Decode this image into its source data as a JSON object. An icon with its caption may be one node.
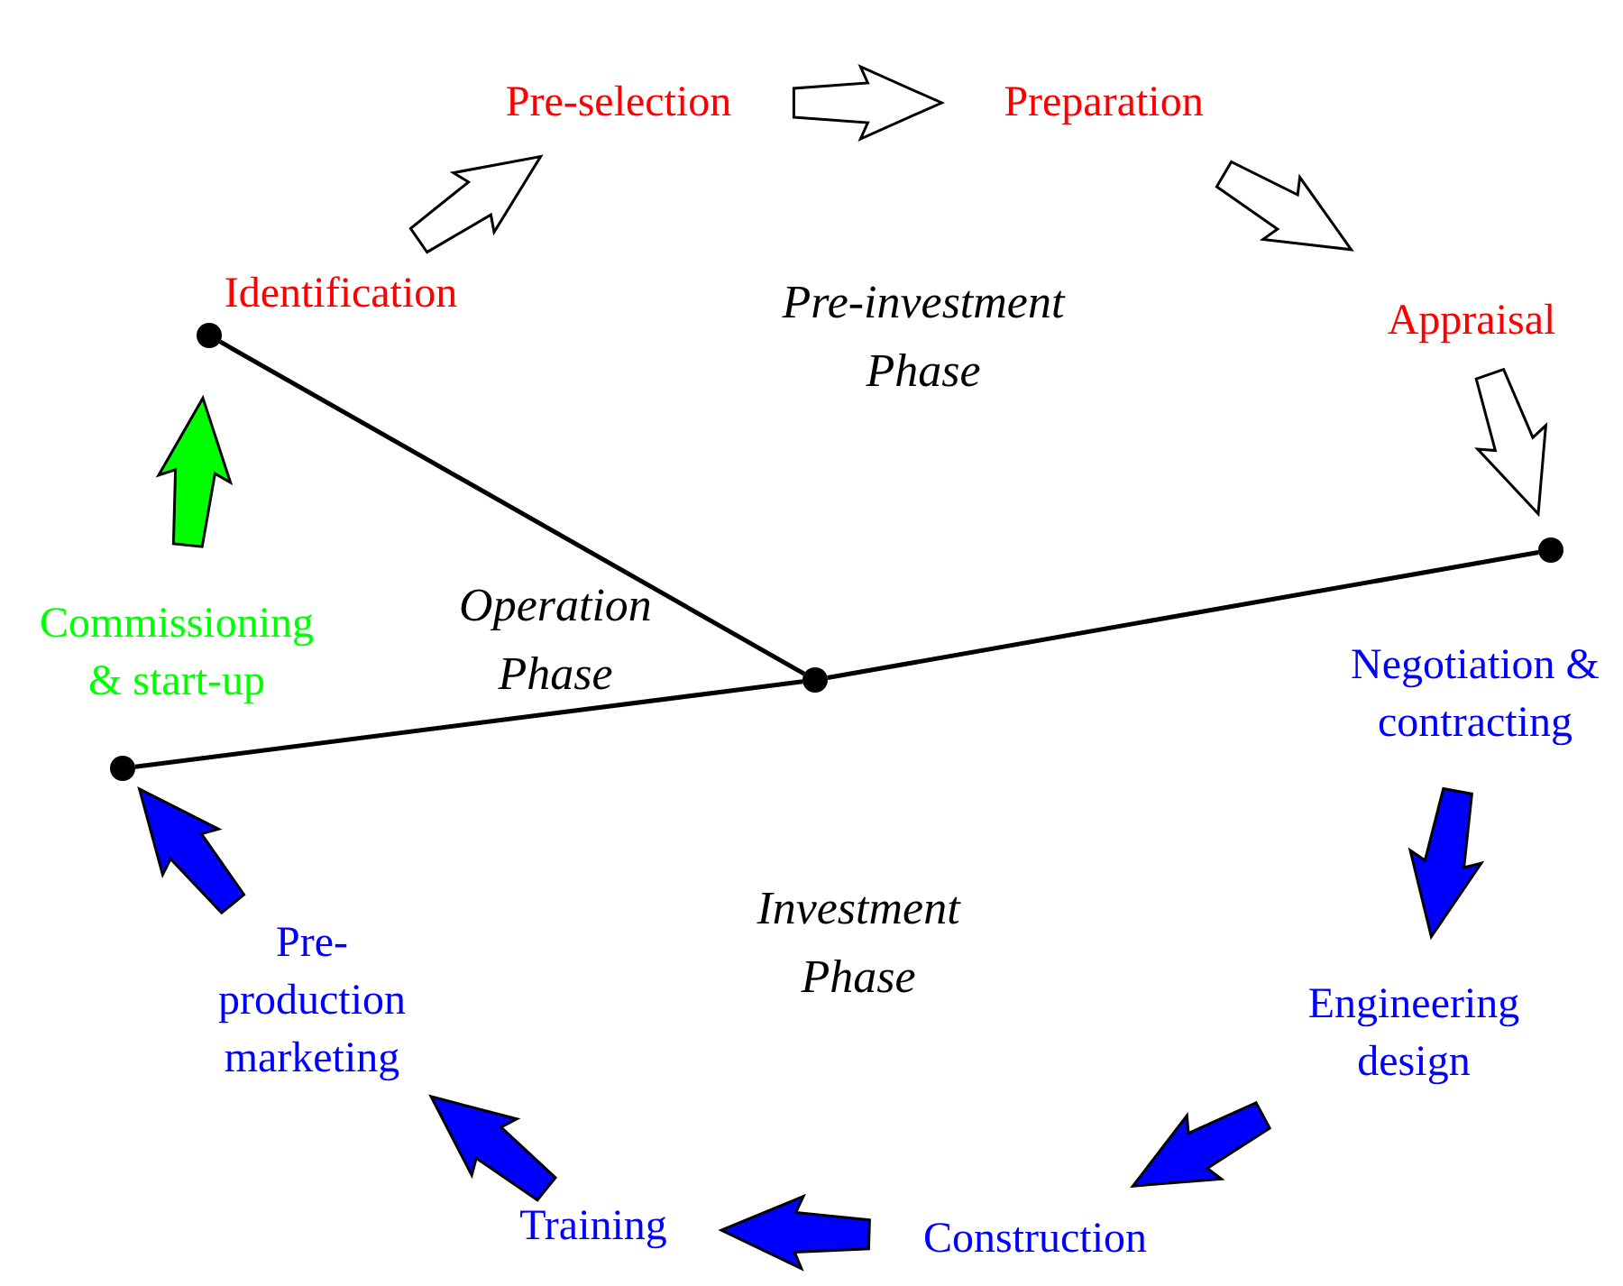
{
  "diagram": {
    "nodes": [
      {
        "text": [
          "Identification"
        ]
      },
      {
        "text": [
          "Pre-selection"
        ]
      },
      {
        "text": [
          "Preparation"
        ]
      },
      {
        "text": [
          "Appraisal"
        ]
      },
      {
        "text": [
          "Negotiation & contracting"
        ]
      },
      {
        "text": [
          "Engineering design"
        ]
      },
      {
        "text": [
          "Construction"
        ]
      },
      {
        "text": [
          "Training"
        ]
      },
      {
        "text": [
          "Pre- production marketing"
        ]
      },
      {
        "text": [
          "Commissioning & start-up"
        ]
      },
      {
        "text": [],
        "shape": "circle"
      },
      {
        "text": [],
        "shape": "circle"
      },
      {
        "text": [],
        "shape": "circle"
      },
      {
        "text": [],
        "shape": "circle"
      }
    ],
    "edges": [
      {
        "from": 0,
        "to": 1,
        "arrow": "to",
        "color": "#ffffff"
      },
      {
        "from": 1,
        "to": 2,
        "arrow": "to",
        "color": "#ffffff"
      },
      {
        "from": 2,
        "to": 3,
        "arrow": "to",
        "color": "#ffffff"
      },
      {
        "from": 3,
        "to": 11,
        "arrow": "to",
        "color": "#ffffff"
      },
      {
        "from": 4,
        "to": 5,
        "arrow": "to"
      },
      {
        "from": 5,
        "to": 6,
        "arrow": "to"
      },
      {
        "from": 6,
        "to": 7,
        "arrow": "to"
      },
      {
        "from": 7,
        "to": 8,
        "arrow": "to"
      },
      {
        "from": 8,
        "to": 12,
        "arrow": "to"
      },
      {
        "from": 9,
        "to": 10,
        "arrow": "to",
        "color": "#00ff00"
      },
      {
        "from": 13,
        "to": 10,
        "arrow": "none"
      },
      {
        "from": 13,
        "to": 11,
        "arrow": "none"
      },
      {
        "from": 13,
        "to": 12,
        "arrow": "none"
      }
    ],
    "labels": [
      "Pre-investment Phase",
      "Operation Phase",
      "Investment Phase"
    ]
  }
}
